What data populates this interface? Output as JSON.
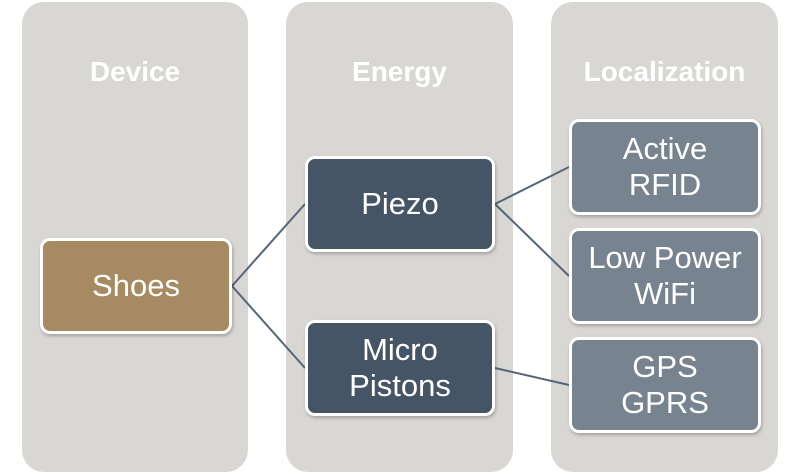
{
  "columns": {
    "device": {
      "header": "Device"
    },
    "energy": {
      "header": "Energy"
    },
    "localization": {
      "header": "Localization"
    }
  },
  "nodes": {
    "shoes": "Shoes",
    "piezo": "Piezo",
    "micro_pistons": "Micro\nPistons",
    "active_rfid": "Active\nRFID",
    "low_power_wifi": "Low Power\nWiFi",
    "gps_gprs": "GPS\nGPRS"
  },
  "colors": {
    "column_background": "#d9d7d3",
    "device_node": "#a58a62",
    "energy_node": "#455566",
    "localization_node": "#77838f",
    "connector": "#536576"
  }
}
